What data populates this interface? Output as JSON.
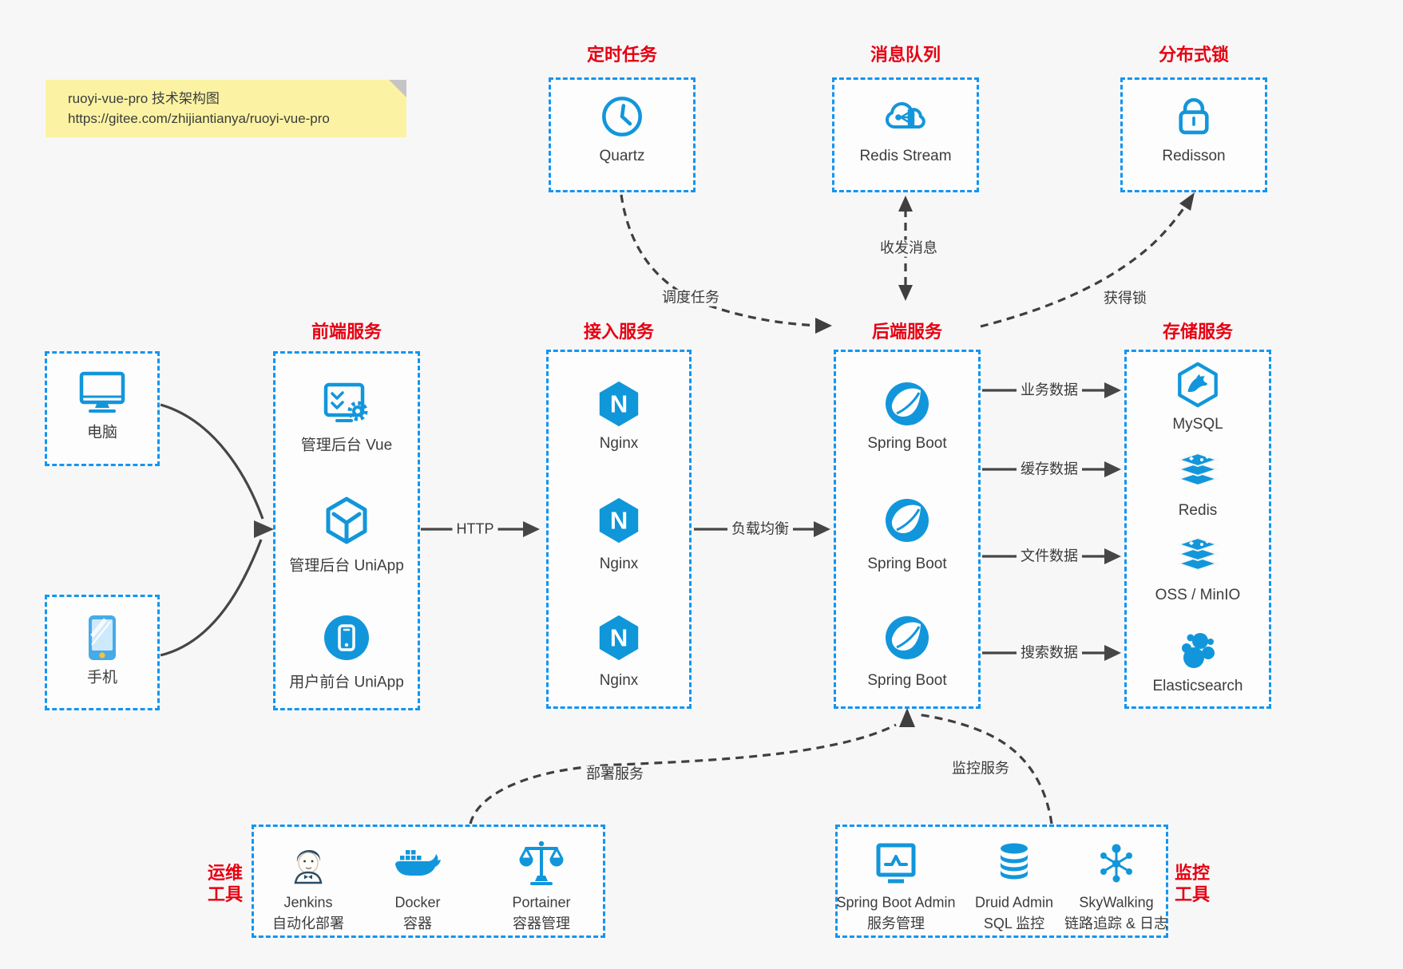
{
  "note": {
    "line1": "ruoyi-vue-pro 技术架构图",
    "line2": "https://gitee.com/zhijiantianya/ruoyi-vue-pro"
  },
  "zones": {
    "scheduler": "定时任务",
    "mq": "消息队列",
    "lock": "分布式锁",
    "frontend": "前端服务",
    "gateway": "接入服务",
    "backend": "后端服务",
    "storage": "存储服务",
    "ops_line1": "运维",
    "ops_line2": "工具",
    "monitor_line1": "监控",
    "monitor_line2": "工具"
  },
  "nodes": {
    "quartz": "Quartz",
    "redis_stream": "Redis Stream",
    "redisson": "Redisson",
    "pc": "电脑",
    "phone": "手机",
    "frontend": [
      "管理后台 Vue",
      "管理后台 UniApp",
      "用户前台 UniApp"
    ],
    "gateway": [
      "Nginx",
      "Nginx",
      "Nginx"
    ],
    "backend": [
      "Spring Boot",
      "Spring Boot",
      "Spring Boot"
    ],
    "storage": [
      "MySQL",
      "Redis",
      "OSS / MinIO",
      "Elasticsearch"
    ],
    "ops": [
      {
        "name": "Jenkins",
        "desc": "自动化部署"
      },
      {
        "name": "Docker",
        "desc": "容器"
      },
      {
        "name": "Portainer",
        "desc": "容器管理"
      }
    ],
    "monitor": [
      {
        "name": "Spring Boot Admin",
        "desc": "服务管理"
      },
      {
        "name": "Druid Admin",
        "desc": "SQL 监控"
      },
      {
        "name": "SkyWalking",
        "desc": "链路追踪 & 日志"
      }
    ]
  },
  "edges": {
    "http": "HTTP",
    "load_balance": "负载均衡",
    "business": "业务数据",
    "cache": "缓存数据",
    "file": "文件数据",
    "search": "搜索数据",
    "schedule": "调度任务",
    "message": "收发消息",
    "acquire_lock": "获得锁",
    "deploy": "部署服务",
    "monitor": "监控服务"
  },
  "colors": {
    "icon_blue": "#1296db",
    "border_blue": "#1495f0",
    "title_red": "#e60012",
    "arrow_gray": "#404040",
    "note_bg": "#fbf3a3",
    "canvas_bg": "#f7f7f7"
  }
}
